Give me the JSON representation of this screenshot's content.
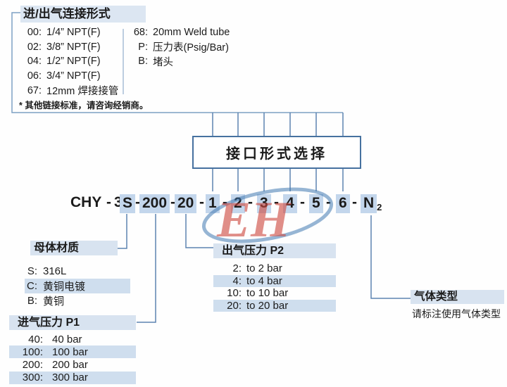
{
  "connection_box": {
    "title": "进/出气连接形式",
    "left_options": [
      {
        "code": "00:",
        "label": "1/4” NPT(F)"
      },
      {
        "code": "02:",
        "label": "3/8” NPT(F)"
      },
      {
        "code": "04:",
        "label": "1/2” NPT(F)"
      },
      {
        "code": "06:",
        "label": "3/4” NPT(F)"
      },
      {
        "code": "67:",
        "label": "12mm 焊接接管"
      }
    ],
    "right_options": [
      {
        "code": "68:",
        "label": "20mm Weld tube"
      },
      {
        "code": "P:",
        "label": "压力表(Psig/Bar)"
      },
      {
        "code": "B:",
        "label": "堵头"
      }
    ],
    "note": "* 其他链接标准，请咨询经销商。"
  },
  "interface_box": {
    "title": "接口形式选择"
  },
  "model_code": {
    "segments": [
      {
        "t": "CHY"
      },
      {
        "t": "-"
      },
      {
        "t": "3"
      },
      {
        "t": "S",
        "hl": true
      },
      {
        "t": "-"
      },
      {
        "t": "200",
        "hl": true
      },
      {
        "t": "-"
      },
      {
        "t": "20",
        "hl": true
      },
      {
        "t": "-"
      },
      {
        "t": "1",
        "hl": true
      },
      {
        "t": "-"
      },
      {
        "t": "2",
        "hl": true
      },
      {
        "t": "-"
      },
      {
        "t": "3",
        "hl": true
      },
      {
        "t": "-"
      },
      {
        "t": "4",
        "hl": true
      },
      {
        "t": "-"
      },
      {
        "t": "5",
        "hl": true
      },
      {
        "t": "-"
      },
      {
        "t": "6",
        "hl": true
      },
      {
        "t": "-"
      },
      {
        "t": "N",
        "hl": true,
        "sub": "2"
      }
    ]
  },
  "material": {
    "title": "母体材质",
    "items": [
      {
        "code": "S:",
        "label": "316L",
        "hl": false
      },
      {
        "code": "C:",
        "label": "黄铜电镀",
        "hl": true
      },
      {
        "code": "B:",
        "label": "黄铜",
        "hl": false
      }
    ]
  },
  "inlet_pressure": {
    "title": "进气压力 P1",
    "items": [
      {
        "code": "40:",
        "label": "40 bar",
        "hl": false
      },
      {
        "code": "100:",
        "label": "100 bar",
        "hl": true
      },
      {
        "code": "200:",
        "label": "200 bar",
        "hl": false
      },
      {
        "code": "300:",
        "label": "300 bar",
        "hl": true
      }
    ]
  },
  "outlet_pressure": {
    "title": "出气压力 P2",
    "items": [
      {
        "code": "2:",
        "label": "to 2 bar",
        "hl": false
      },
      {
        "code": "4:",
        "label": "to 4 bar",
        "hl": true
      },
      {
        "code": "10:",
        "label": "to 10 bar",
        "hl": false
      },
      {
        "code": "20:",
        "label": "to 20 bar",
        "hl": true
      }
    ]
  },
  "gas_type": {
    "title": "气体类型",
    "note": "请标注使用气体类型"
  },
  "watermark": {
    "text": "EH"
  },
  "colors": {
    "highlight_code": "#c3d6ec",
    "highlight_row": "#cfdeee",
    "highlight_title": "#d8e3f0",
    "line": "#5d83b0",
    "watermark_red": "#cf4a41",
    "watermark_blue": "#3f78b0"
  }
}
